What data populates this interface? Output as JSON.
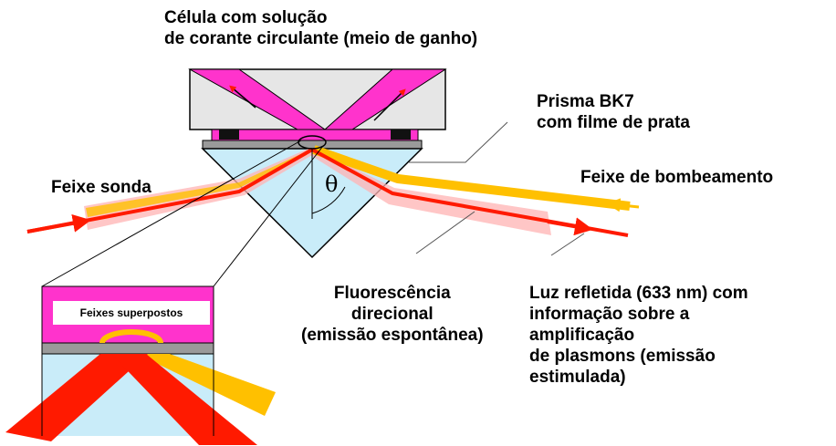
{
  "labels": {
    "cell": [
      "Célula com solução",
      "de corante circulante (meio de ganho)"
    ],
    "prism": [
      "Prisma BK7",
      "com filme de prata"
    ],
    "probe": "Feixe sonda",
    "pump": "Feixe de bombeamento",
    "fluorescence": [
      "Fluorescência",
      "direcional",
      "(emissão espontânea)"
    ],
    "reflected": [
      "Luz refletida (633 nm) com",
      "informação sobre a",
      "amplificação",
      "de plasmons (emissão",
      "estimulada)"
    ],
    "inset": "Feixes superpostos",
    "angle": "θ"
  },
  "colors": {
    "dye": "#ff33cc",
    "prism": "#c9ecf9",
    "silver": "#9a9a9a",
    "cell_body": "#e6e6e6",
    "probe_beam": "#ff1a00",
    "pump_beam": "#ffc000",
    "pink_glow": "#ffb3b3",
    "electrode": "#111111"
  }
}
